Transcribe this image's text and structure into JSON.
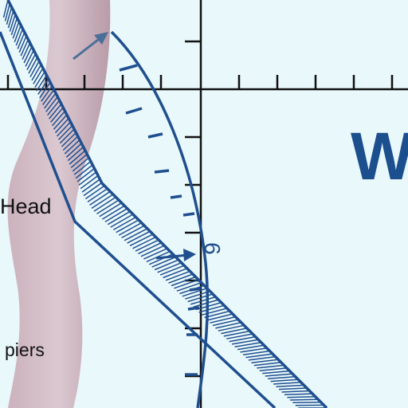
{
  "labels": {
    "head": "Head",
    "piers": "piers",
    "big_letter": "W",
    "rotated_number": "9"
  },
  "colors": {
    "background": "#e9f8fb",
    "line_blue": "#1f4f8f",
    "letter_blue": "#1b4f8e",
    "stream": "#b99aa5",
    "text": "#111111"
  },
  "icons": [
    "arrow-icon"
  ]
}
